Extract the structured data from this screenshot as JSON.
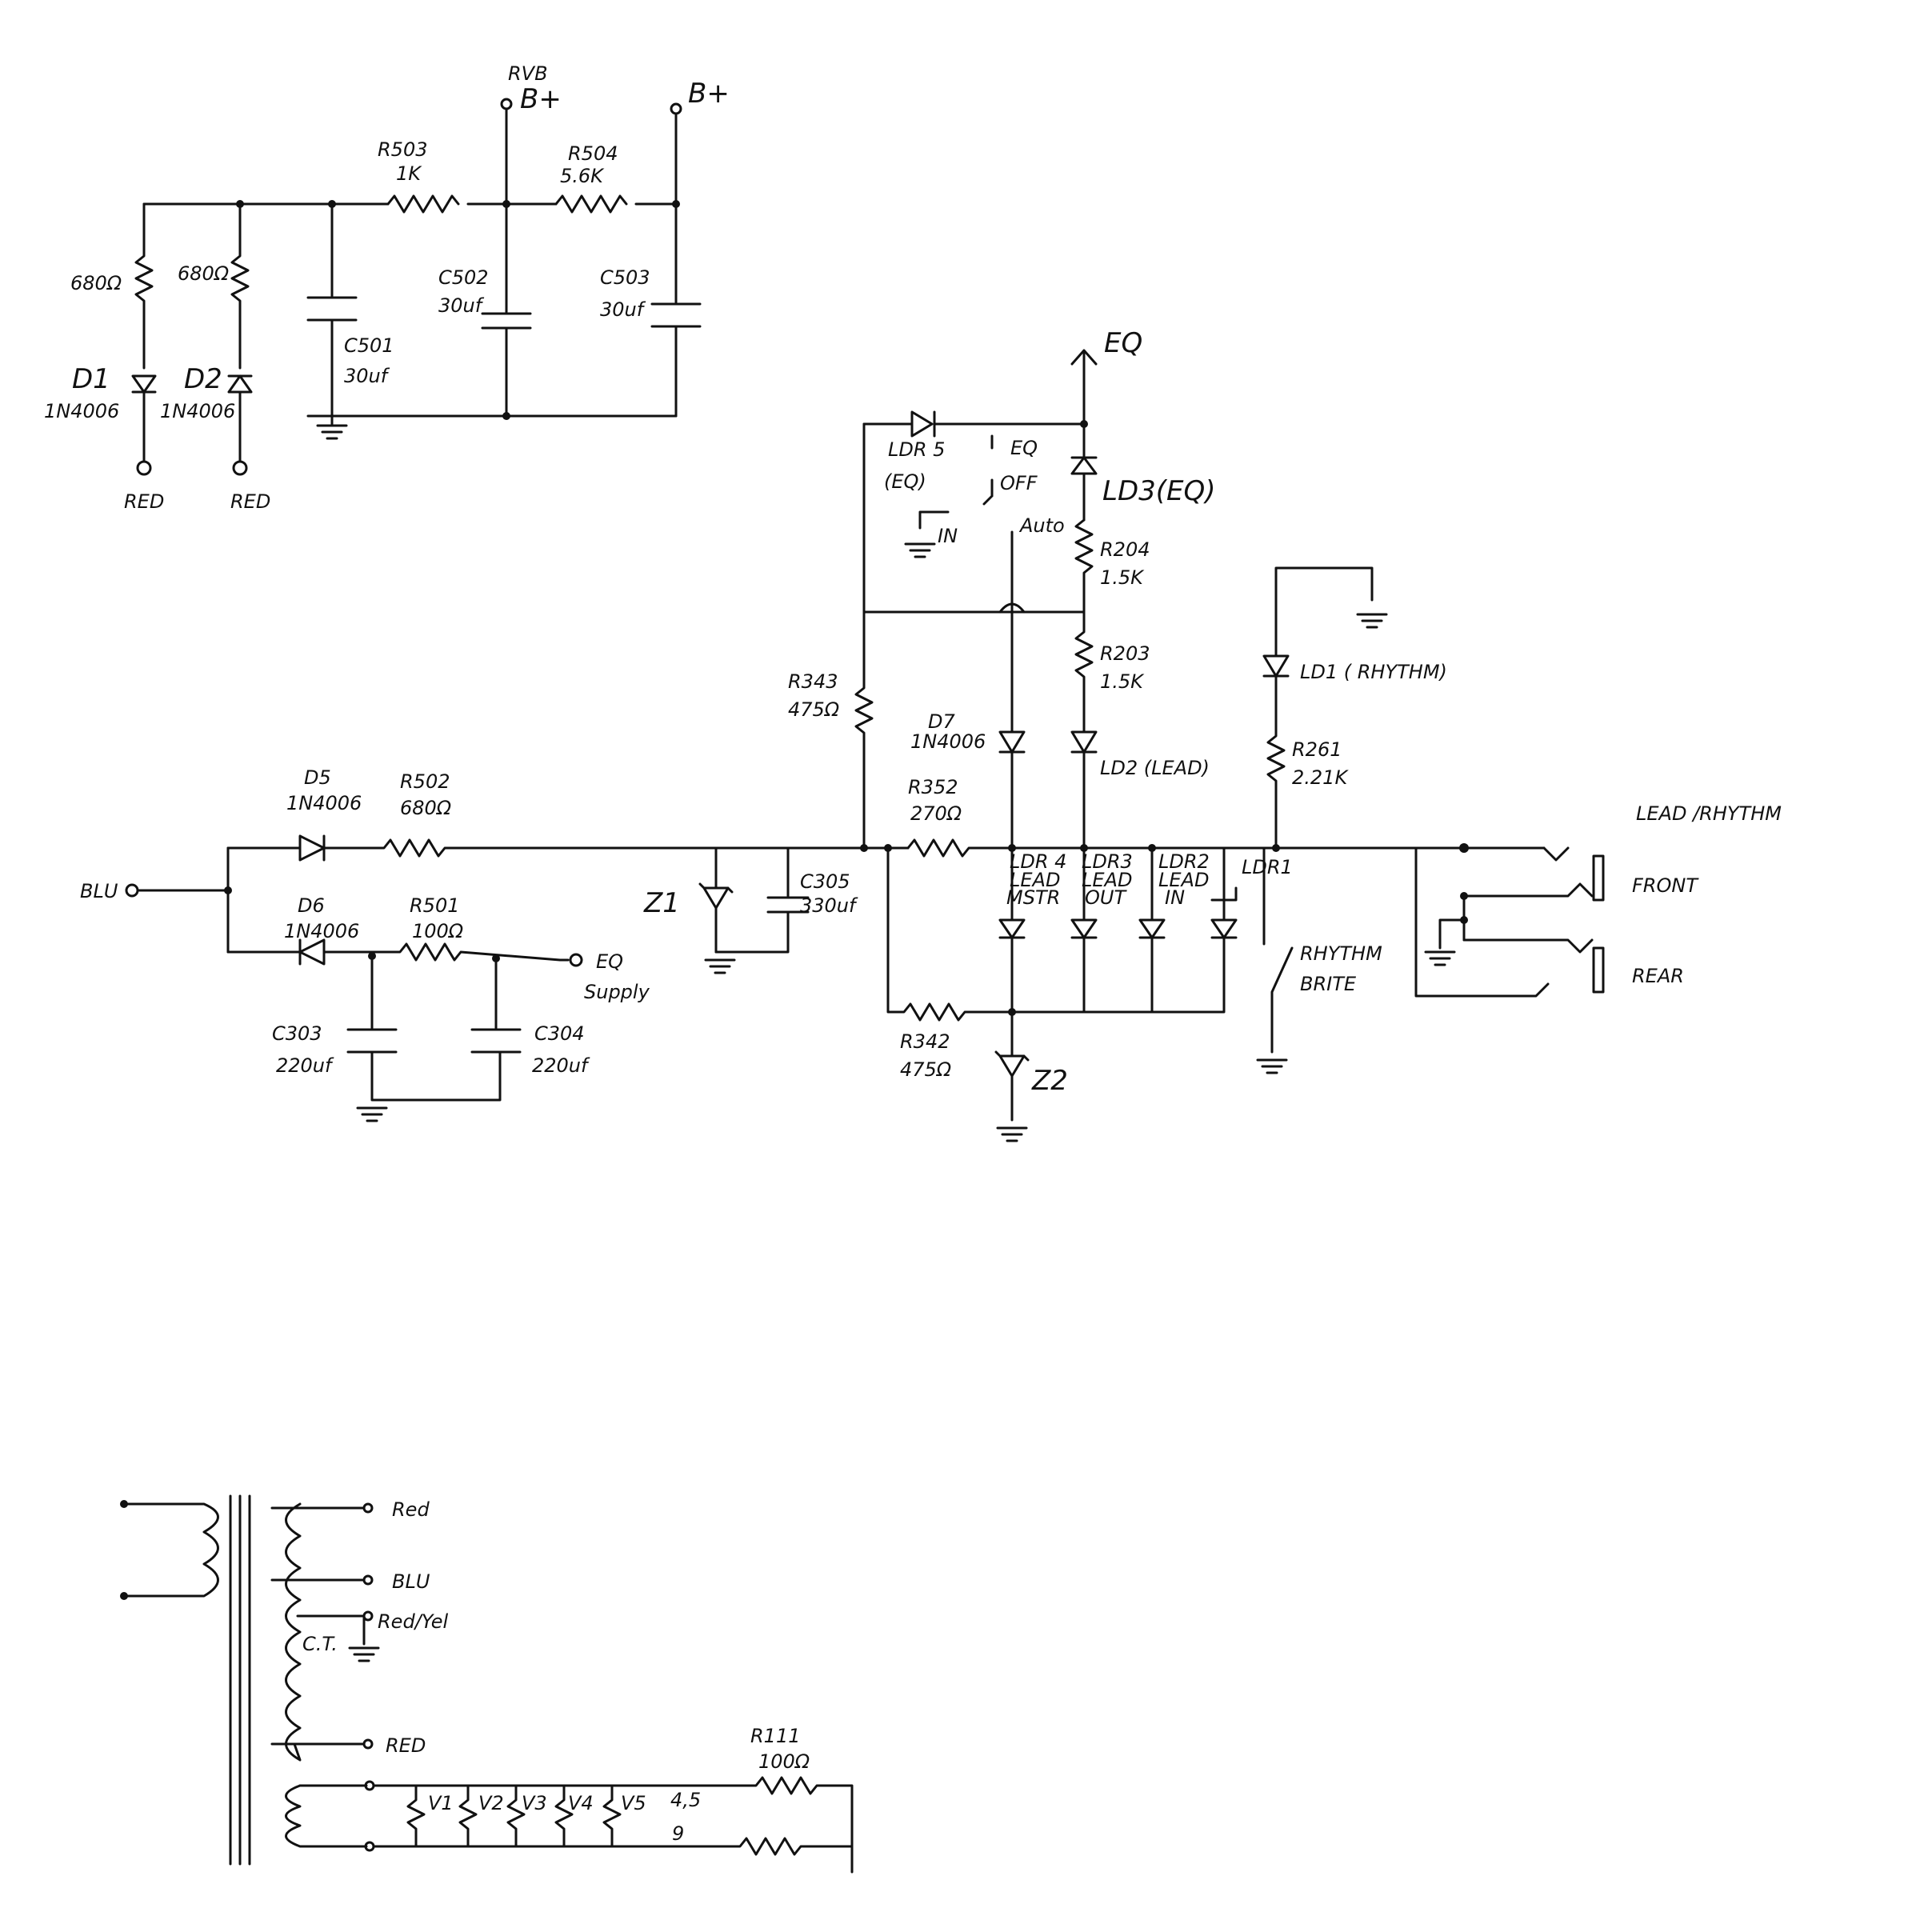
{
  "labels": {
    "rvb": "RVB",
    "rvb_bplus": "B+",
    "bplus": "B+",
    "r503": "R503",
    "r503_val": "1K",
    "r504": "R504",
    "r504_val": "5.6K",
    "r_d1": "680Ω",
    "r_d2": "680Ω",
    "c501": "C501",
    "c501_val": "30uf",
    "c502": "C502",
    "c502_val": "30uf",
    "c503": "C503",
    "c503_val": "30uf",
    "d1": "D1",
    "d1_part": "1N4006",
    "d2": "D2",
    "d2_part": "1N4006",
    "red1": "RED",
    "red2": "RED",
    "eq_out": "EQ",
    "ldr5": "LDR 5",
    "ldr5_sub": "(EQ)",
    "sw_eq": "EQ",
    "sw_off": "OFF",
    "sw_in": "IN",
    "sw_auto": "Auto",
    "ld3": "LD3(EQ)",
    "r204": "R204",
    "r204_val": "1.5K",
    "r203": "R203",
    "r203_val": "1.5K",
    "ld1": "LD1 ( RHYTHM)",
    "r343": "R343",
    "r343_val": "475Ω",
    "d7": "D7",
    "d7_part": "1N4006",
    "ld2": "LD2 (LEAD)",
    "r261": "R261",
    "r261_val": "2.21K",
    "lead_rhythm": "LEAD /RHYTHM",
    "d5": "D5",
    "d5_part": "1N4006",
    "r502": "R502",
    "r502_val": "680Ω",
    "r352": "R352",
    "r352_val": "270Ω",
    "blu": "BLU",
    "z1": "Z1",
    "c305": "C305",
    "c305_val": "330uf",
    "ldr4": "LDR 4",
    "ldr4_a": "LEAD",
    "ldr4_b": "MSTR",
    "ldr3": "LDR3",
    "ldr3_a": "LEAD",
    "ldr3_b": "OUT",
    "ldr2": "LDR2",
    "ldr2_a": "LEAD",
    "ldr2_b": "IN",
    "ldr1": "LDR1",
    "front": "FRONT",
    "rear": "REAR",
    "d6": "D6",
    "d6_part": "1N4006",
    "r501": "R501",
    "r501_val": "100Ω",
    "eq_supply_a": "EQ",
    "eq_supply_b": "Supply",
    "rhythm_brite_a": "RHYTHM",
    "rhythm_brite_b": "BRITE",
    "c303": "C303",
    "c303_val": "220uf",
    "c304": "C304",
    "c304_val": "220uf",
    "r342": "R342",
    "r342_val": "475Ω",
    "z2": "Z2",
    "t_red": "Red",
    "t_blu": "BLU",
    "t_redyel": "Red/Yel",
    "t_ct": "C.T.",
    "t_red2": "RED",
    "r111": "R111",
    "r111_val": "100Ω",
    "v1": "V1",
    "v2": "V2",
    "v3": "V3",
    "v4": "V4",
    "v5": "V5",
    "v45": "4,5",
    "v9": "9"
  }
}
